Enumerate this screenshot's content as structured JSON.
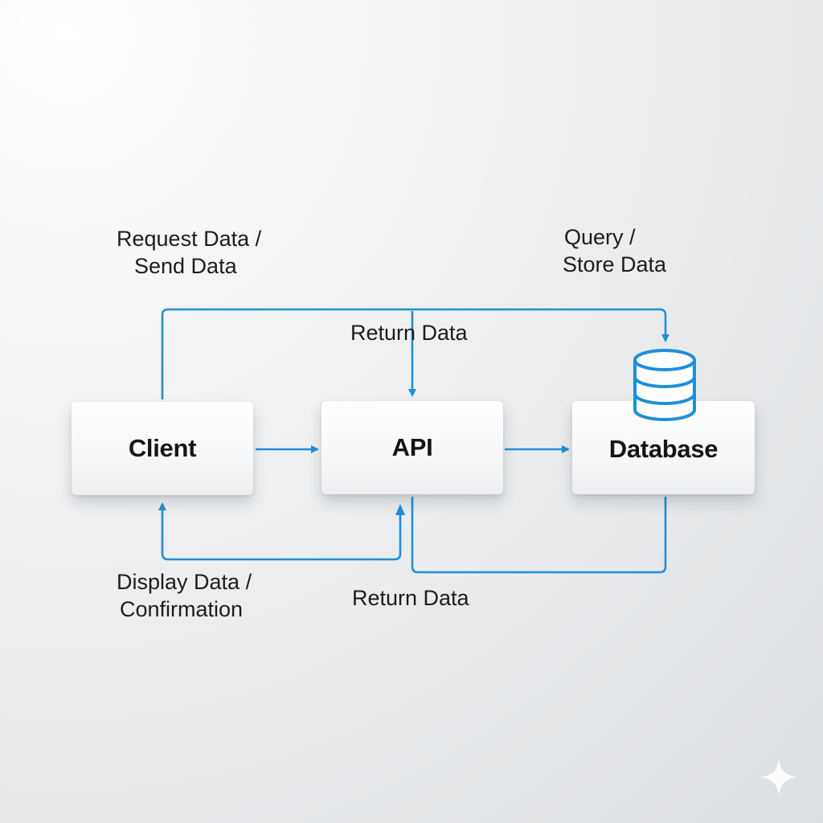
{
  "nodes": {
    "client": "Client",
    "api": "API",
    "database": "Database"
  },
  "edge_labels": {
    "request_line1": "Request Data /",
    "request_line2": "Send Data",
    "query_line1": "Query /",
    "query_line2": "Store Data",
    "return_top": "Return Data",
    "display_line1": "Display Data /",
    "display_line2": "Confirmation",
    "return_bottom": "Return Data"
  },
  "icons": {
    "database": "database-cylinder-icon",
    "corner": "sparkle-icon"
  },
  "colors": {
    "connector": "#1f8fd6",
    "node_text": "#151515",
    "label_text": "#1c1c1c"
  }
}
